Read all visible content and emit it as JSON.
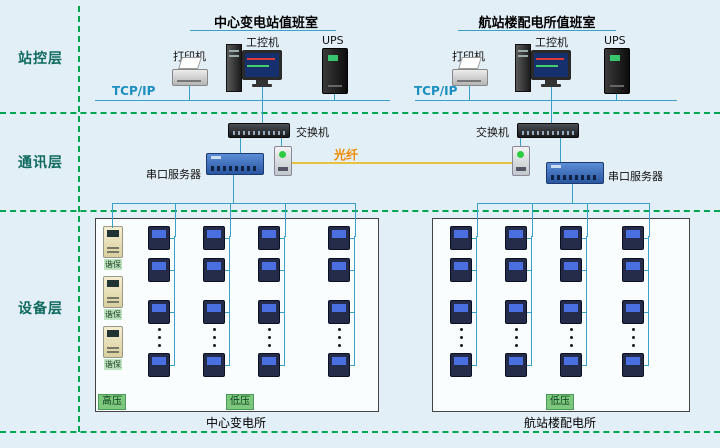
{
  "diagram": {
    "layers": {
      "station": "站控层",
      "comm": "通讯层",
      "device": "设备层"
    },
    "left": {
      "title": "中心变电站值班室",
      "printer": "打印机",
      "ipc": "工控机",
      "ups": "UPS",
      "tcpip": "TCP/IP",
      "switch": "交换机",
      "serial": "串口服务器",
      "hv": "高压",
      "lv": "低压",
      "caption": "中心变电所"
    },
    "right": {
      "title": "航站楼配电所值班室",
      "printer": "打印机",
      "ipc": "工控机",
      "ups": "UPS",
      "tcpip": "TCP/IP",
      "switch": "交换机",
      "serial": "串口服务器",
      "lv": "低压",
      "caption": "航站楼配电所"
    },
    "fiber": "光纤",
    "harmonic": "谐保",
    "colors": {
      "accent_line": "#3aa0c8",
      "dash_green": "#00a550",
      "fiber_yellow": "#e8c23a",
      "fiber_text": "#f08a00"
    }
  }
}
